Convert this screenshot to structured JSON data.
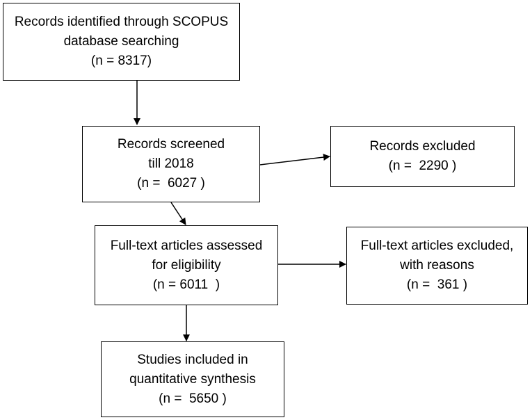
{
  "boxes": {
    "identified": {
      "lines": [
        "Records identified through SCOPUS",
        "database searching",
        "(n = 8317)"
      ]
    },
    "screened": {
      "lines": [
        "Records screened",
        "till 2018",
        "(n =  6027 )"
      ]
    },
    "excluded": {
      "lines": [
        "Records excluded",
        "(n =  2290 )"
      ]
    },
    "assessed": {
      "lines": [
        "Full-text articles assessed",
        "for eligibility",
        "(n = 6011  )"
      ]
    },
    "excluded_fulltext": {
      "lines": [
        "Full-text articles excluded,",
        "with reasons",
        "(n =  361 )"
      ]
    },
    "included": {
      "lines": [
        "Studies included in",
        "quantitative synthesis",
        "(n =  5650 )"
      ]
    }
  }
}
